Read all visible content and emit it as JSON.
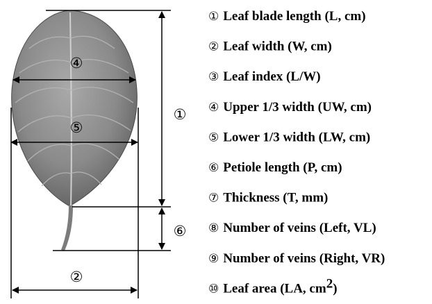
{
  "callouts": {
    "length": "①",
    "width": "②",
    "upper_width": "④",
    "lower_width": "⑤",
    "petiole": "⑥"
  },
  "traits": [
    {
      "num": "①",
      "label": "Leaf blade length (L, cm)"
    },
    {
      "num": "②",
      "label": "Leaf width (W, cm)"
    },
    {
      "num": "③",
      "label": "Leaf index (L/W)"
    },
    {
      "num": "④",
      "label": "Upper 1/3 width (UW, cm)"
    },
    {
      "num": "⑤",
      "label": "Lower 1/3 width (LW, cm)"
    },
    {
      "num": "⑥",
      "label": "Petiole length (P, cm)"
    },
    {
      "num": "⑦",
      "label": "Thickness (T, mm)"
    },
    {
      "num": "⑧",
      "label": "Number of veins (Left, VL)"
    },
    {
      "num": "⑨",
      "label": "Number of veins (Right, VR)"
    },
    {
      "num": "⑩",
      "label": "Leaf area (LA, cm",
      "sup": "2",
      "tail": ")"
    }
  ]
}
